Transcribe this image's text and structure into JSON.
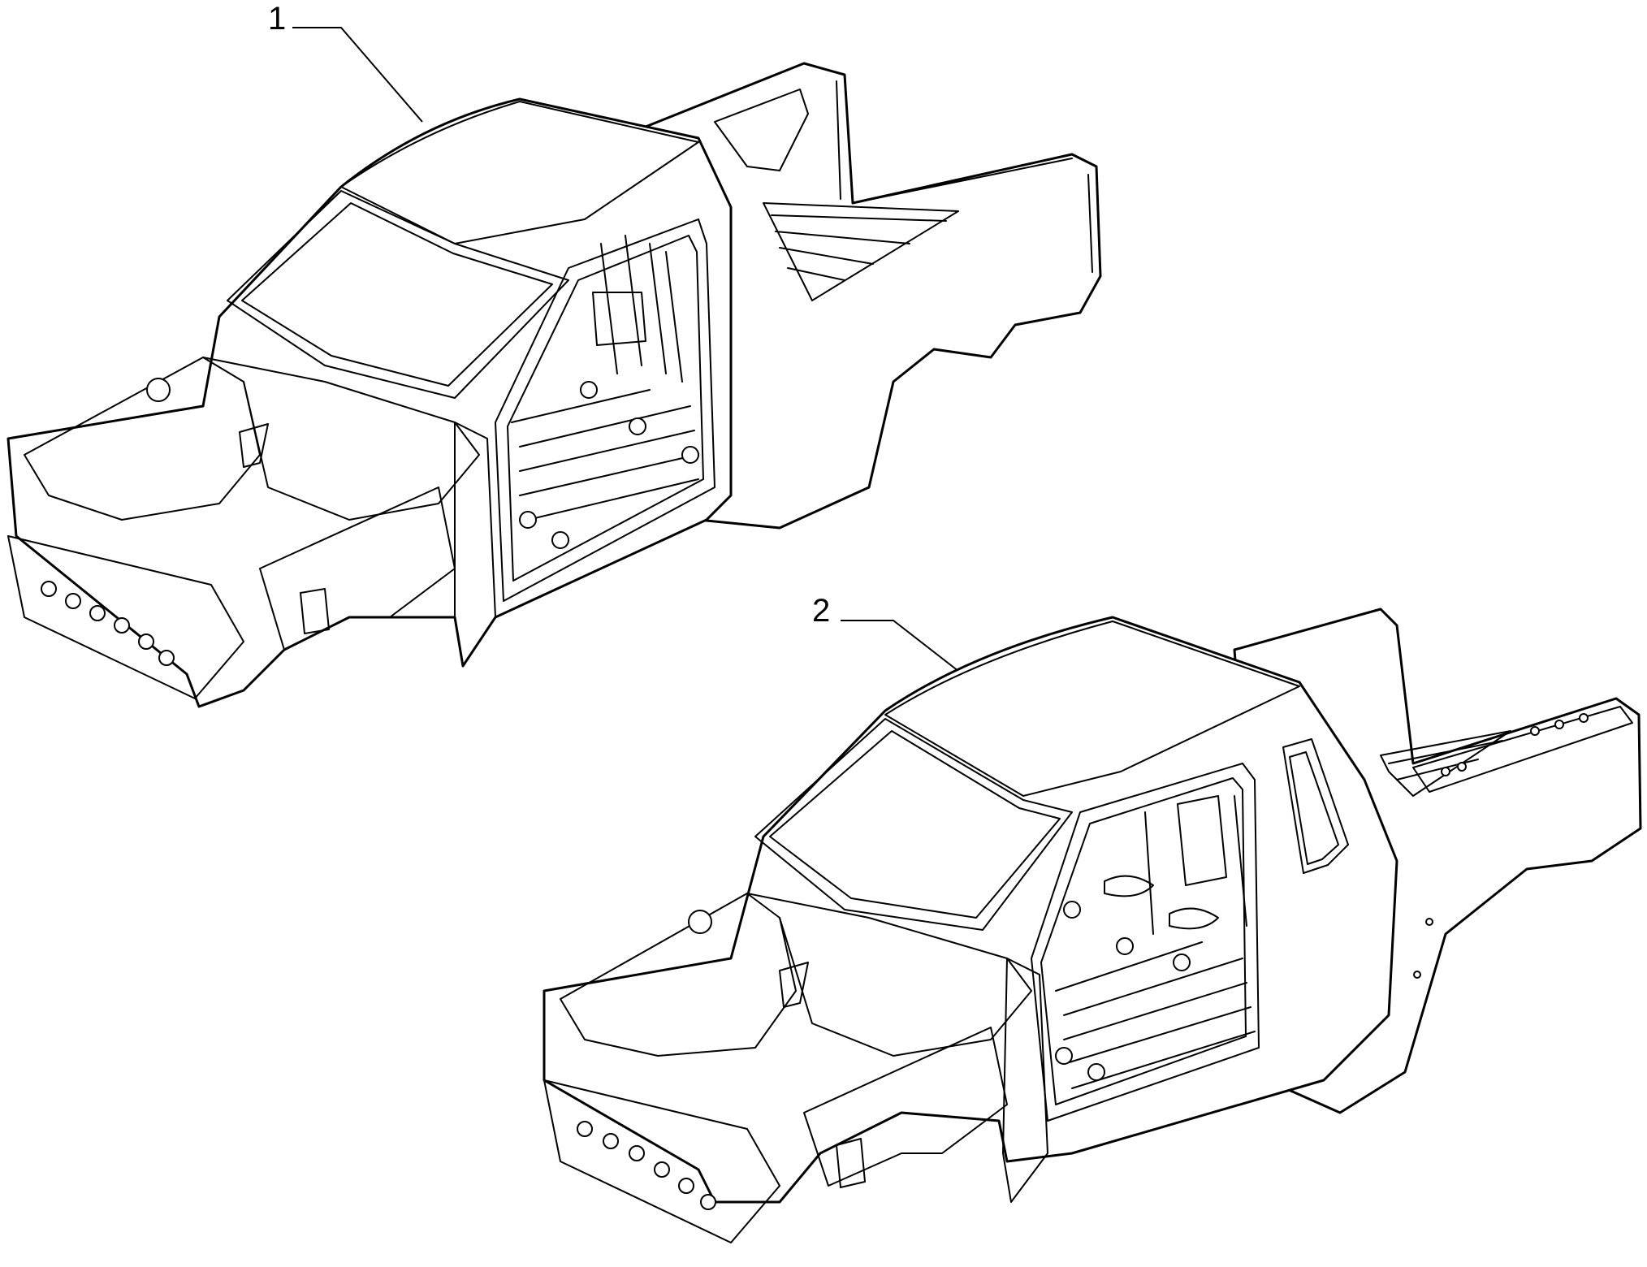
{
  "colors": {
    "line": "#000000",
    "background": "#ffffff"
  },
  "callouts": [
    {
      "id": "1",
      "label": "1"
    },
    {
      "id": "2",
      "label": "2"
    }
  ],
  "parts": [
    {
      "callout": "1",
      "variant": "single-cab pickup body shell"
    },
    {
      "callout": "2",
      "variant": "extended-cab pickup body shell"
    }
  ]
}
